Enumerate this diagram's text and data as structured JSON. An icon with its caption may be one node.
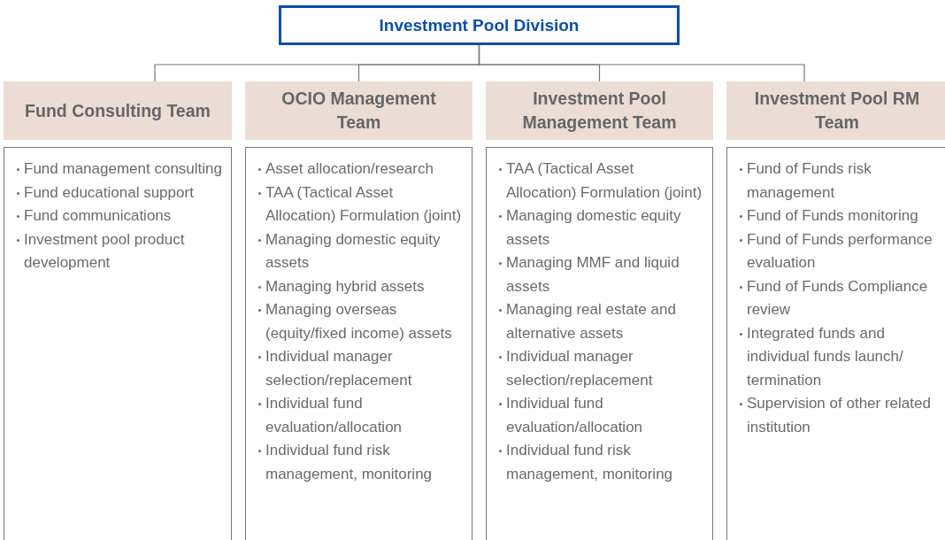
{
  "diagram": {
    "nodes": [
      {
        "text": [
          "Investment Pool Division"
        ]
      },
      {
        "text": [
          "Fund Consulting Team"
        ]
      },
      {
        "text": [
          "OCIO Management Team"
        ]
      },
      {
        "text": [
          "Investment Pool Management Team"
        ]
      },
      {
        "text": [
          "Investment Pool RM Team"
        ]
      },
      {
        "text": [
          "Fund management consulting",
          "Fund educational support",
          "Fund communications",
          "Investment pool product development"
        ]
      },
      {
        "text": [
          "Asset allocation/research",
          "TAA (Tactical Asset Allocation) Formulation (joint)",
          "Managing domestic equity assets",
          "Managing hybrid assets",
          "Managing overseas (equity/fixed income) assets",
          "Individual manager selection/replacement",
          "Individual fund evaluation/allocation",
          "Individual fund risk management, monitoring"
        ]
      },
      {
        "text": [
          "TAA (Tactical Asset Allocation) Formulation (joint)",
          "Managing domestic equity assets",
          "Managing MMF and liquid assets",
          "Managing real estate and alternative assets",
          "Individual manager selection/replacement",
          "Individual fund evaluation/allocation",
          "Individual fund risk management, monitoring"
        ]
      },
      {
        "text": [
          "Fund of Funds risk management",
          "Fund of Funds monitoring",
          "Fund of Funds performance evaluation",
          "Fund of Funds Compliance review",
          "Integrated funds and individual funds launch/ termination",
          "Supervision of other related institution"
        ]
      }
    ],
    "edges": [
      {
        "from": 0,
        "to": 1,
        "arrow": "none"
      },
      {
        "from": 0,
        "to": 2,
        "arrow": "none"
      },
      {
        "from": 0,
        "to": 3,
        "arrow": "none"
      },
      {
        "from": 0,
        "to": 4,
        "arrow": "none"
      }
    ]
  }
}
